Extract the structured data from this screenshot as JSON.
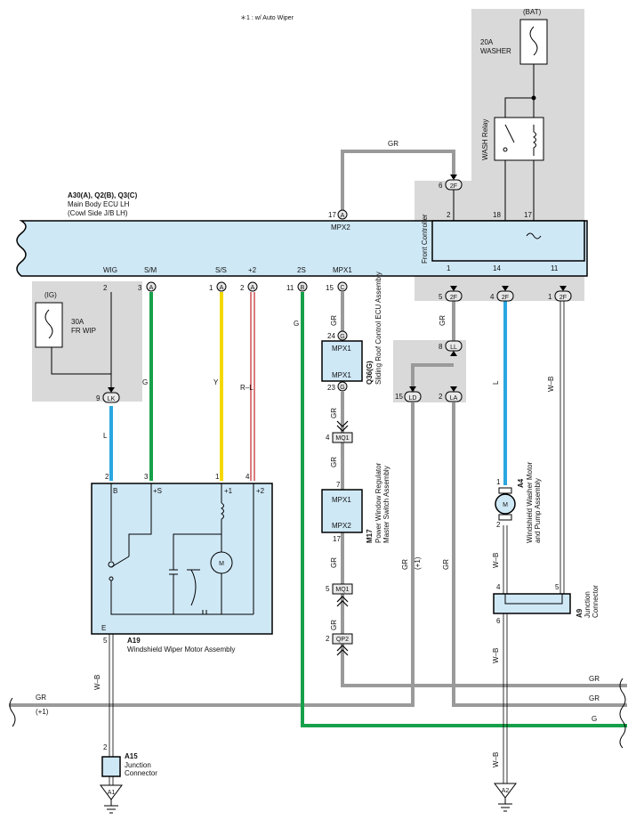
{
  "note": "＊1 : w/ Auto Wiper",
  "colors": {
    "gray": "#9a9a9a",
    "green": "#17a04a",
    "yellow": "#f5d800",
    "blue": "#2aa7e0",
    "red": "#c0262c",
    "component": "#cfe8f6",
    "shade": "#d9d9d9"
  },
  "ecu": {
    "code": "A30(A), Q2(B), Q3(C)",
    "name": "Main Body ECU LH",
    "sub": "(Cowl Side J/B LH)",
    "top_pin": "17",
    "top_conn": "A",
    "top_label": "MPX2",
    "pins": [
      {
        "label": "WIG",
        "num": "2",
        "conn": ""
      },
      {
        "label": "S/M",
        "num": "3",
        "conn": "A"
      },
      {
        "label": "S/S",
        "num": "1",
        "conn": "A"
      },
      {
        "label": "+2",
        "num": "2",
        "conn": "A"
      },
      {
        "label": "2S",
        "num": "11",
        "conn": "B"
      },
      {
        "label": "MPX1",
        "num": "15",
        "conn": "C"
      }
    ]
  },
  "fuse_ig": {
    "source": "(IG)",
    "rating": "30A",
    "name": "FR WIP"
  },
  "fuse_bat": {
    "source": "(BAT)",
    "rating": "20A",
    "name": "WASHER"
  },
  "relay": {
    "name": "WASH Relay"
  },
  "front_controller": {
    "name": "Front Controller",
    "pins_top": [
      "2",
      "18",
      "17"
    ],
    "pins_bottom": [
      "1",
      "14",
      "11"
    ]
  },
  "connectors": {
    "lk": {
      "num": "9",
      "conn": "LK"
    },
    "f6": {
      "num": "6",
      "conn": "2F"
    },
    "f5": {
      "num": "5",
      "conn": "2F"
    },
    "f4": {
      "num": "4",
      "conn": "2F"
    },
    "f1": {
      "num": "1",
      "conn": "2F"
    },
    "ll": {
      "num": "8",
      "conn": "LL"
    },
    "ld": {
      "num": "15",
      "conn": "LD"
    },
    "la": {
      "num": "2",
      "conn": "LA"
    },
    "mq1a": {
      "num": "4",
      "conn": "MQ1"
    },
    "mq1b": {
      "num": "5",
      "conn": "MQ1"
    },
    "qp2": {
      "num": "2",
      "conn": "QP2"
    }
  },
  "q36": {
    "code": "Q36(G)",
    "name": "Sliding Roof Control ECU Assembly",
    "top_pin": "24",
    "top_conn": "G",
    "bottom_pin": "23",
    "bottom_conn": "G",
    "top_label": "MPX1",
    "bottom_label": "MPX1"
  },
  "m17": {
    "code": "M17",
    "name": "Power Window Regulator",
    "name2": "Master Switch Assembly",
    "top_pin": "7",
    "bottom_pin": "17",
    "top_label": "MPX1",
    "bottom_label": "MPX2"
  },
  "a4": {
    "code": "A4",
    "name": "Windshield Washer Motor",
    "name2": "and Pump Assembly",
    "top_pin": "1",
    "bottom_pin": "2",
    "label": "M"
  },
  "a9": {
    "code": "A9",
    "name": "Junction",
    "name2": "Connector",
    "pin_left": "4",
    "pin_right": "5",
    "pin_bottom": "6"
  },
  "a19": {
    "code": "A19",
    "name": "Windshield Wiper Motor Assembly",
    "terminals": [
      "B",
      "+S",
      "+1",
      "+2"
    ],
    "pins_top": [
      "2",
      "3",
      "1",
      "4"
    ],
    "bottom_label": "E",
    "bottom_pin": "5"
  },
  "a15": {
    "code": "A15",
    "name": "Junction",
    "name2": "Connector",
    "pin": "2"
  },
  "grounds": {
    "left": "A1",
    "right": "A2"
  },
  "wires": {
    "gr": "GR",
    "g": "G",
    "y": "Y",
    "rl": "R–L",
    "l": "L",
    "wb": "W–B",
    "plus1": "(+1)"
  }
}
